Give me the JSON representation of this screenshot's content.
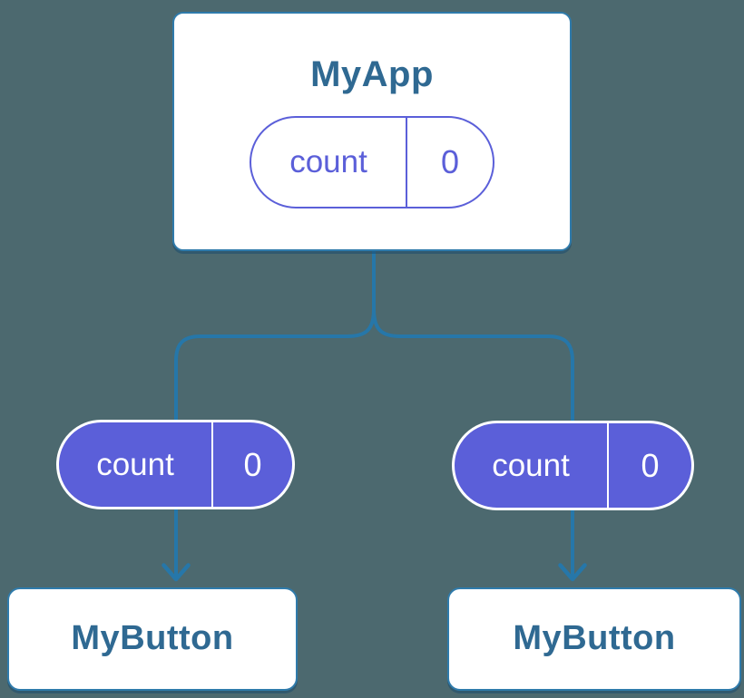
{
  "colors": {
    "background": "#4C696F",
    "connector": "#2677A9",
    "card_border": "#2F7BAB",
    "title_text": "#2F6992",
    "purple": "#5B5FD9",
    "pill_text_on_purple": "#FFFFFF"
  },
  "diagram": {
    "parent": {
      "title": "MyApp",
      "state_pill": {
        "name": "count",
        "value": "0"
      }
    },
    "children": [
      {
        "title": "MyButton",
        "state_pill": {
          "name": "count",
          "value": "0"
        }
      },
      {
        "title": "MyButton",
        "state_pill": {
          "name": "count",
          "value": "0"
        }
      }
    ]
  }
}
